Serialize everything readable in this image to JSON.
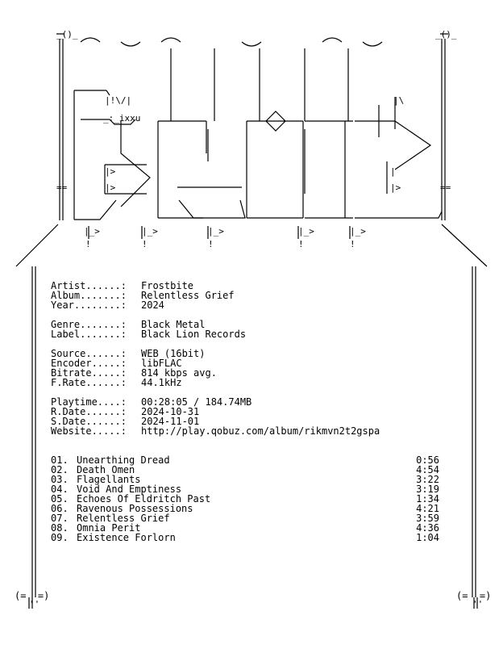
{
  "logo": {
    "text": "FROSTBITE",
    "ascii": " _()_  ::_   _::_    ___:::___   ___:::____  _::_  ___________()_\n |:|_) (___:___) (__:__)  |      (___   ___)  |   (_   _) (___________)|:|\n ||                 |     |      |     |      |      |                ||\n ||     __          |     |      |     |      |      |      __        ||\n ||    |!\\/|        |     |      |     |      |      |     |\\         ||\n ||  _:_ixxu_|  ___:_|_:_  |_ __::__ _<_>_ __::__ _/_:_  _:_|_|____   ||\n ||_) (_____!___)  |   |___|     |    \\_/  |     |   \\_(___!_)_____/| ||\n ||            \\   |   |   |     |         |     |     |        ___/  ||\n ||    |>       \\  |   |   |     |         |     |     |   |>  \\      ||\n ||    |------  /  |   |   |     |         |     |     |   |       __ ||\n==     |>      /   |   |___:___  |         |     |     |   |>        ==\n ||           /    |\\_____      \\ |         |     |     |             ||\n ||\\___ _____/|    |__     _____:_/ \\____/   \\____ _/ /___________|_||\n  / |_>     |_>   |_>   |_>                    |_>   |_>              \\\n /  ! \\     !     !     !                      !     !                 \\\n/         /                                                             \\"
  },
  "info": {
    "artist_label": "Artist......:",
    "artist": "Frostbite",
    "album_label": "Album.......:",
    "album": "Relentless Grief",
    "year_label": "Year........:",
    "year": "2024",
    "genre_label": "Genre.......:",
    "genre": "Black Metal",
    "label_label": "Label.......:",
    "label": "Black Lion Records",
    "source_label": "Source......:",
    "source": "WEB (16bit)",
    "encoder_label": "Encoder.....:",
    "encoder": "libFLAC",
    "bitrate_label": "Bitrate.....:",
    "bitrate": "814 kbps avg.",
    "frate_label": "F.Rate......:",
    "frate": "44.1kHz",
    "playtime_label": "Playtime....:",
    "playtime": "00:28:05 / 184.74MB",
    "rdate_label": "R.Date......:",
    "rdate": "2024-10-31",
    "sdate_label": "S.Date......:",
    "sdate": "2024-11-01",
    "website_label": "Website.....:",
    "website": "http://play.qobuz.com/album/rikmvn2t2gspa"
  },
  "tracks": [
    {
      "no": "01.",
      "title": "Unearthing Dread",
      "time": "0:56"
    },
    {
      "no": "02.",
      "title": "Death Omen",
      "time": "4:54"
    },
    {
      "no": "03.",
      "title": "Flagellants",
      "time": "3:22"
    },
    {
      "no": "04.",
      "title": "Void And Emptiness",
      "time": "3:19"
    },
    {
      "no": "05.",
      "title": "Echoes Of Eldritch Past",
      "time": "1:34"
    },
    {
      "no": "06.",
      "title": "Ravenous Possessions",
      "time": "4:21"
    },
    {
      "no": "07.",
      "title": "Relentless Grief",
      "time": "3:59"
    },
    {
      "no": "08.",
      "title": "Omnia Perit",
      "time": "4:36"
    },
    {
      "no": "09.",
      "title": "Existence Forlorn",
      "time": "1:04"
    }
  ],
  "border": {
    "bottom_left": "(=  =)",
    "bottom_right": "(=  =)"
  }
}
